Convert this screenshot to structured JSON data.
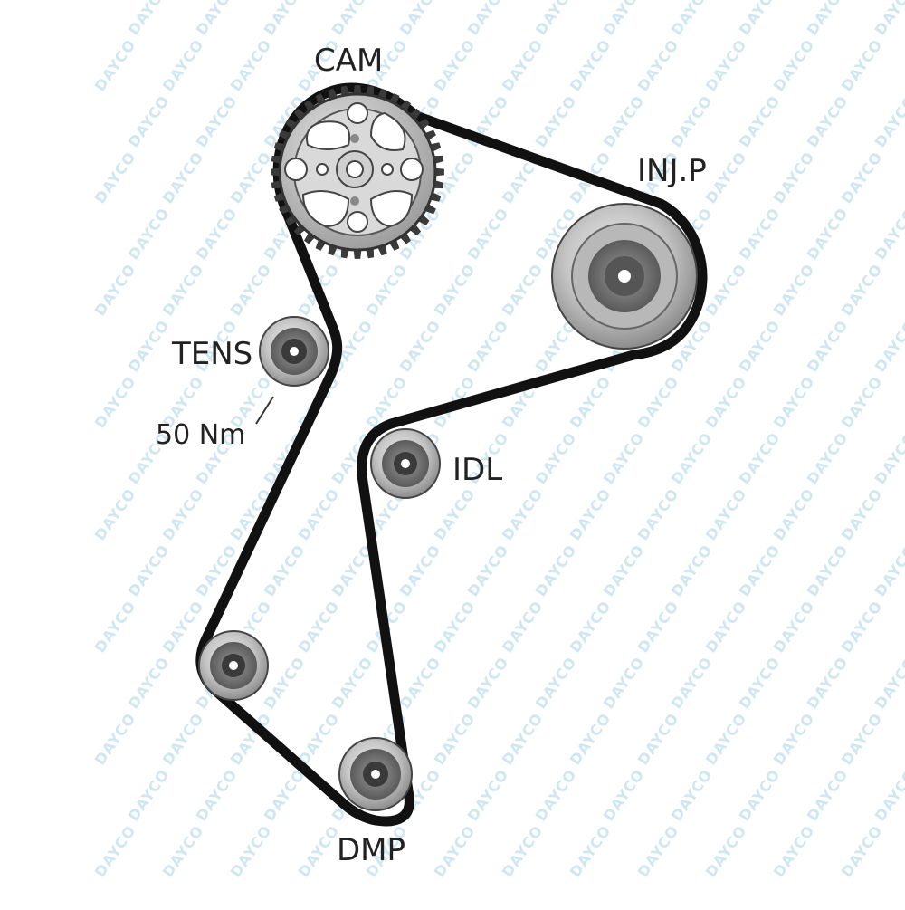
{
  "watermark": {
    "text": "DAYCO",
    "color": "#cfe7f3"
  },
  "belt": {
    "color": "#111111"
  },
  "pulleys": {
    "cam": {
      "label": "CAM"
    },
    "injp": {
      "label": "INJ.P"
    },
    "tens": {
      "label": "TENS",
      "torque": "50 Nm"
    },
    "idl": {
      "label": "IDL"
    },
    "lower_idler": {
      "label": ""
    },
    "dmp": {
      "label": "DMP"
    }
  }
}
